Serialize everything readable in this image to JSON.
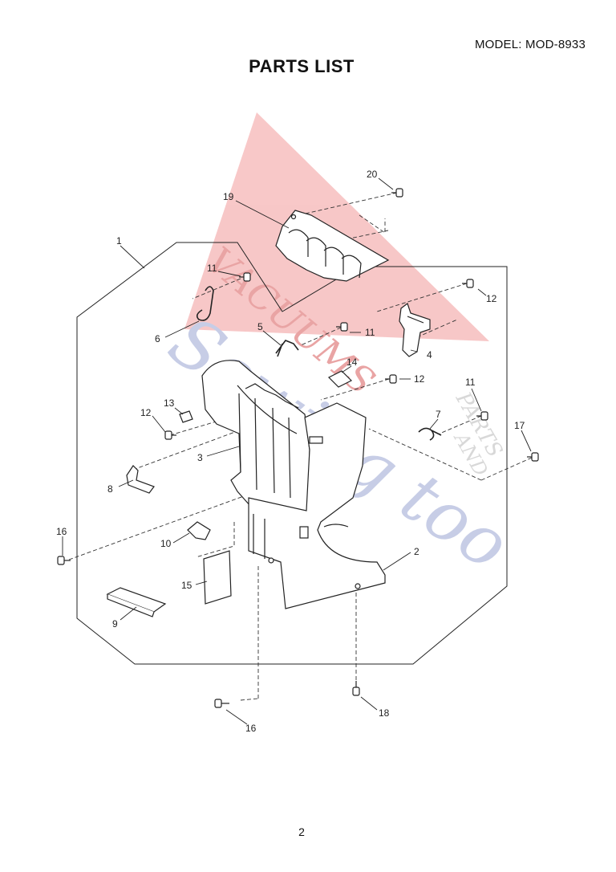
{
  "header": {
    "model": "MODEL: MOD-8933",
    "title": "PARTS LIST"
  },
  "footer": {
    "page_number": "2"
  },
  "watermark": {
    "lines": [
      "VACUUMS",
      "Sewing too",
      "PARTS",
      "AND"
    ],
    "colors": {
      "triangle": "#f29a9a",
      "script": "#9aa6d2",
      "grey": "#b9b9b9"
    }
  },
  "callouts": [
    "1",
    "2",
    "3",
    "4",
    "5",
    "6",
    "7",
    "8",
    "9",
    "10",
    "11",
    "11",
    "11",
    "12",
    "12",
    "12",
    "13",
    "14",
    "15",
    "16",
    "16",
    "17",
    "18",
    "19",
    "20"
  ]
}
